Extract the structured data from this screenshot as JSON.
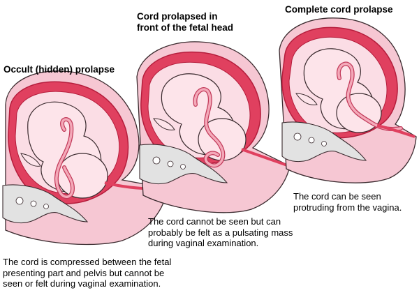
{
  "panels": [
    {
      "title": "Occult (hidden) prolapse",
      "caption": "The cord is compressed between the fetal presenting part and pelvis but cannot be seen or felt during vaginal examination."
    },
    {
      "title": "Cord prolapsed in front of the fetal head",
      "caption": "The cord cannot be seen but can probably be felt as a pulsating mass during vaginal examination."
    },
    {
      "title": "Complete cord prolapse",
      "caption": "The cord can be seen protruding from the vagina."
    }
  ],
  "colors": {
    "outer": "#f6c7d3",
    "wall": "#e0405f",
    "wall_dark": "#b51d3c",
    "inner": "#fbdde5",
    "fetus": "#fde4ea",
    "outline": "#3a2a2e",
    "cord": "#f4a9b9",
    "bone": "#e2e2e2"
  }
}
